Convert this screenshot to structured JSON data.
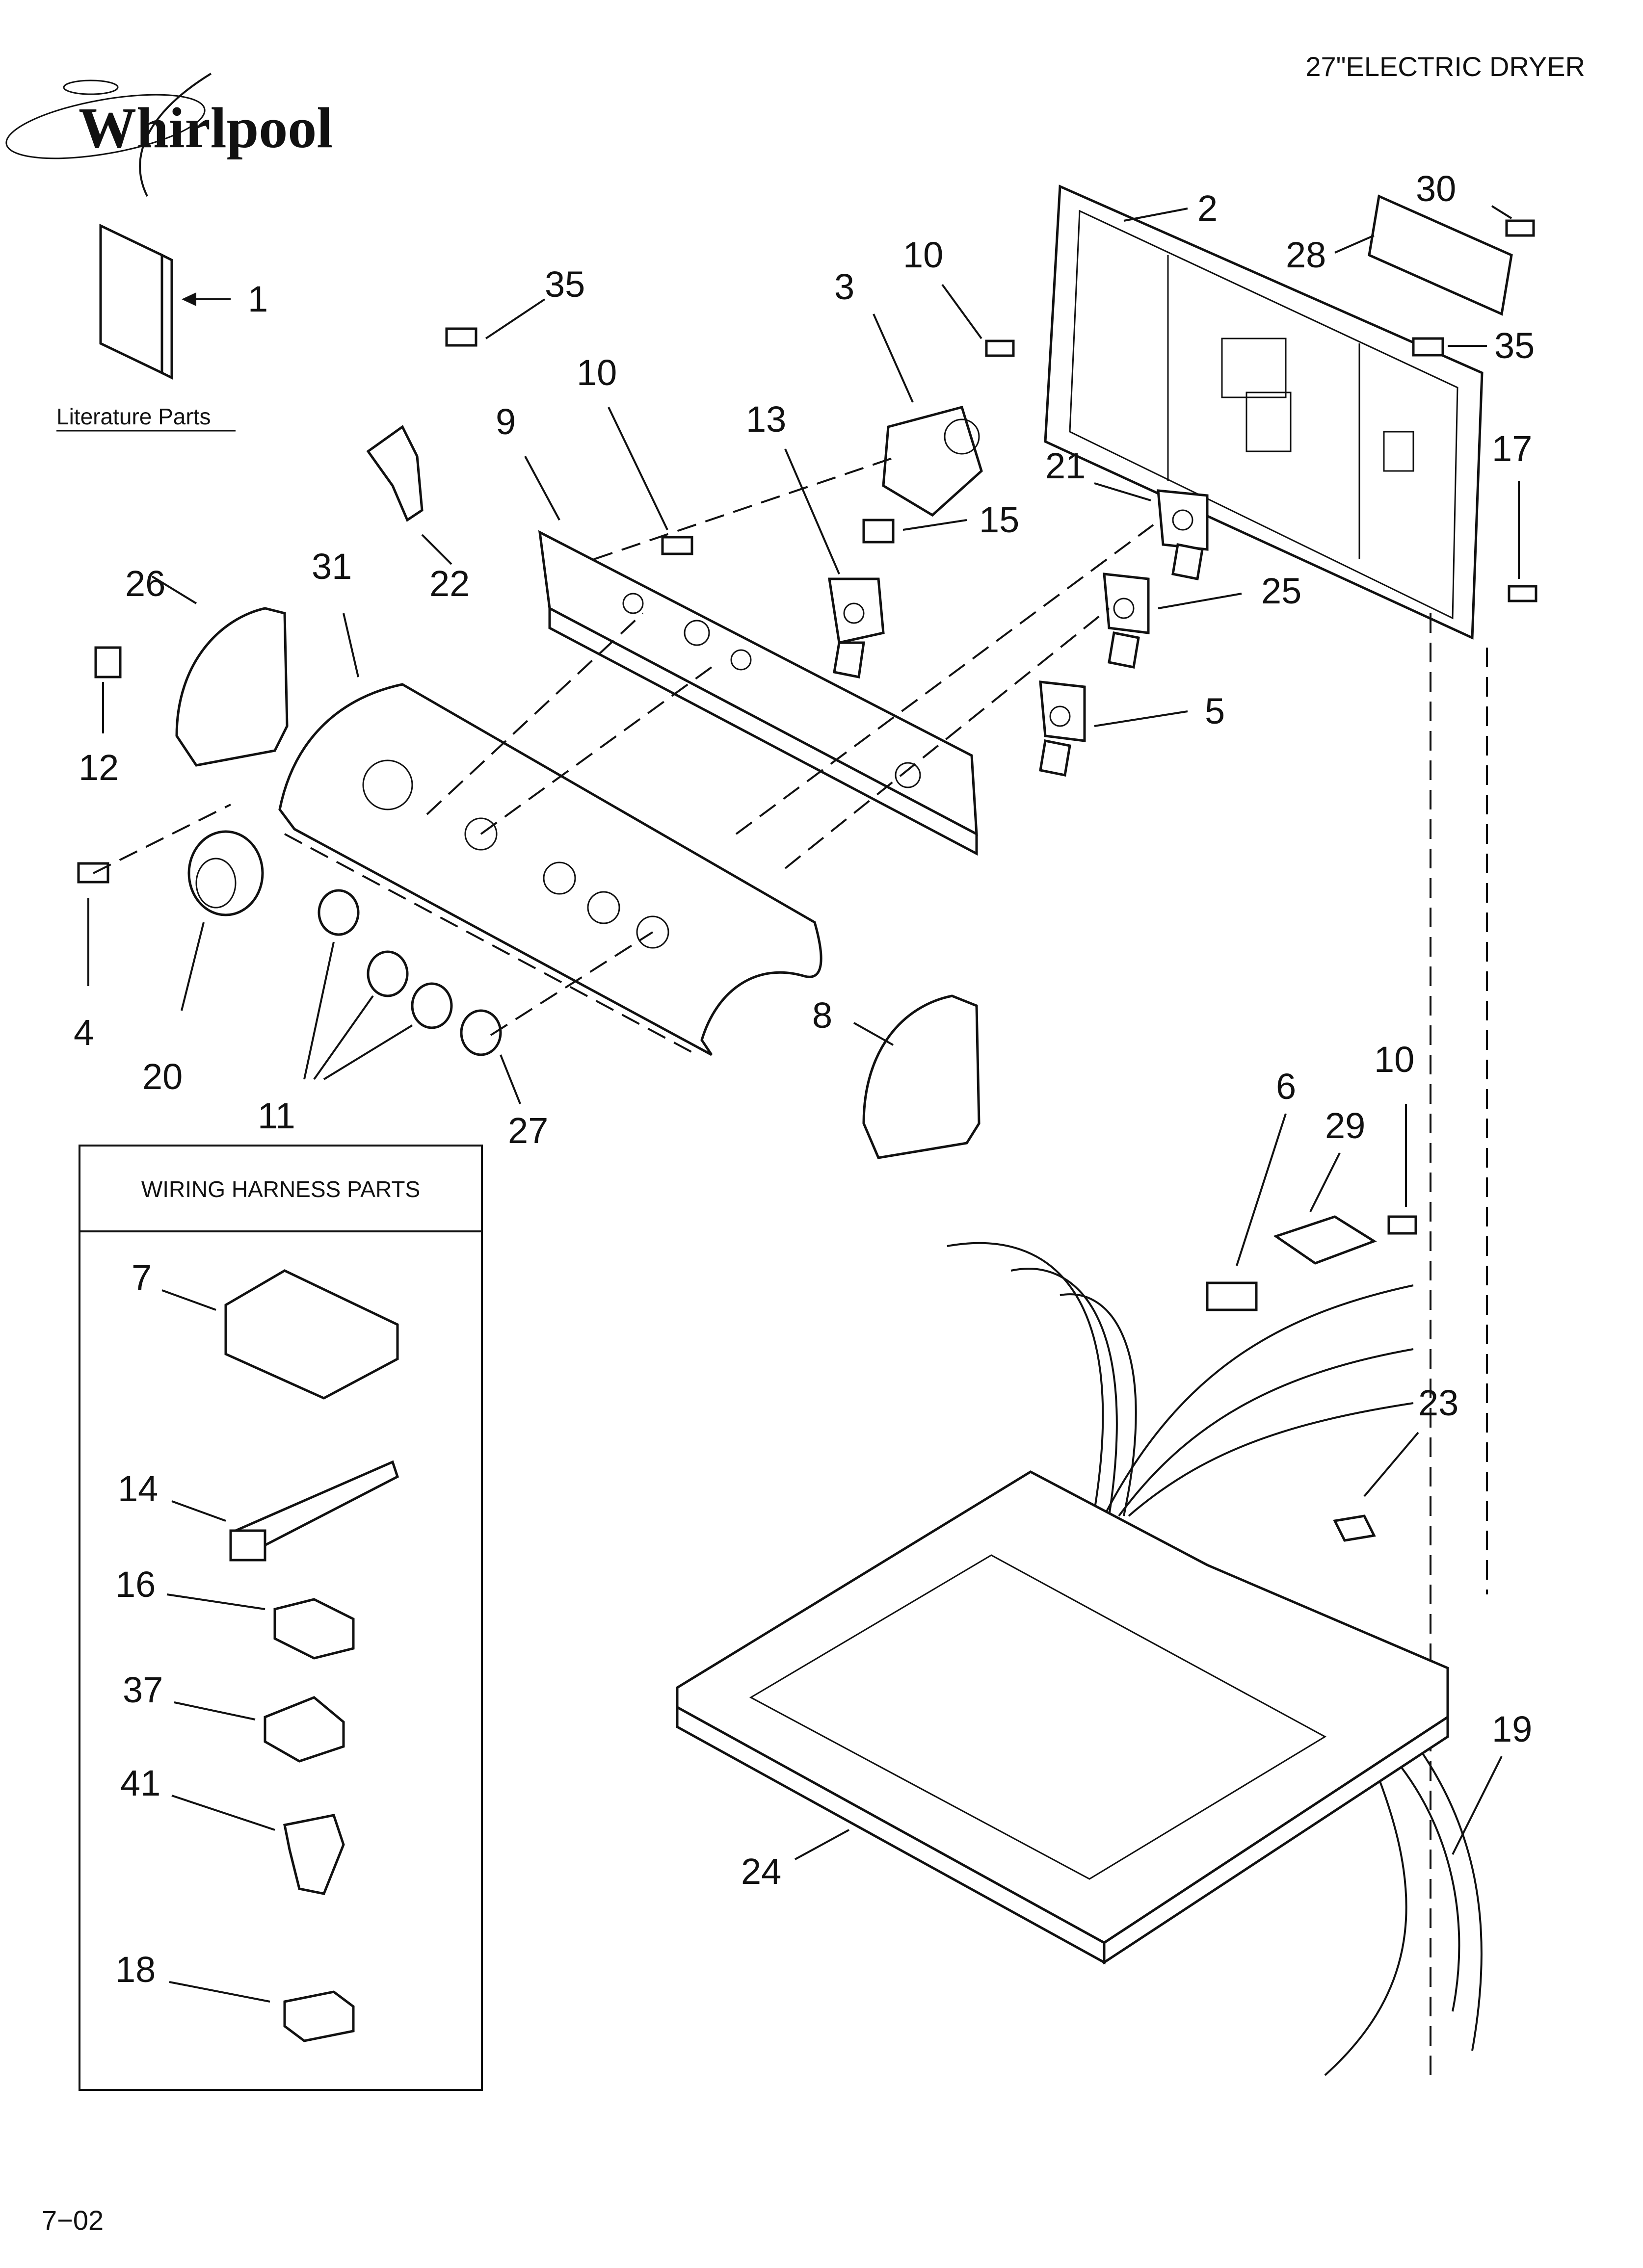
{
  "header": {
    "brand": "Whirlpool",
    "model_title": "27\"ELECTRIC DRYER"
  },
  "literature_label": "Literature Parts",
  "wiring_box_title": "WIRING HARNESS PARTS",
  "footer_code": "7−02",
  "callouts": {
    "c1": "1",
    "c2": "2",
    "c3": "3",
    "c4": "4",
    "c5": "5",
    "c6": "6",
    "c7": "7",
    "c8": "8",
    "c9": "9",
    "c10a": "10",
    "c10b": "10",
    "c10c": "10",
    "c11": "11",
    "c12": "12",
    "c13": "13",
    "c14": "14",
    "c15": "15",
    "c16": "16",
    "c17": "17",
    "c18": "18",
    "c19": "19",
    "c20": "20",
    "c21": "21",
    "c22": "22",
    "c23": "23",
    "c24": "24",
    "c25": "25",
    "c26": "26",
    "c27": "27",
    "c28": "28",
    "c29": "29",
    "c30": "30",
    "c31": "31",
    "c35a": "35",
    "c35b": "35",
    "c37": "37",
    "c41": "41"
  }
}
